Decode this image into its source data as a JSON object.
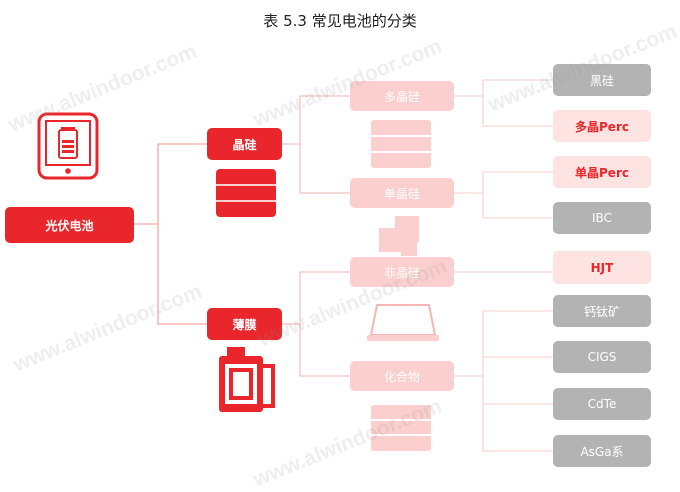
{
  "title": "表 5.3 常见电池的分类",
  "root": "光伏电池",
  "level1": [
    "晶硅",
    "薄膜"
  ],
  "level2": [
    "多晶硅",
    "单晶硅",
    "非晶硅",
    "化合物"
  ],
  "leaves": [
    "黑硅",
    "多晶Perc",
    "单晶Perc",
    "IBC",
    "HJT",
    "钙钛矿",
    "CIGS",
    "CdTe",
    "AsGa系"
  ],
  "watermark": "www.alwindoor.com",
  "colors": {
    "red": "#e8262b",
    "pink": "#fbcfcd",
    "gray": "#b3b3b3",
    "line": "#f3b2b0"
  }
}
